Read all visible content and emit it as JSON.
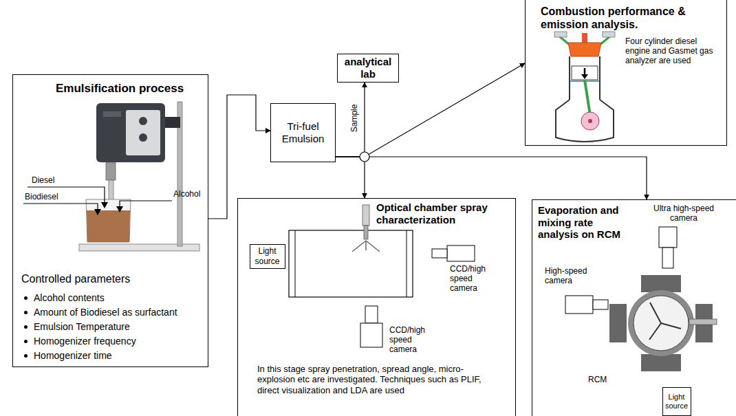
{
  "diagram": {
    "nodes": [
      {
        "text": [
          "Emulsification process",
          "Controlled parameters",
          "Alcohol contents",
          "Amount of Biodiesel as surfactant",
          "Emulsion Temperature",
          "Homogenizer frequency",
          "Homogenizer time"
        ]
      },
      {
        "text": [
          "Tri-fuel Emulsion"
        ]
      },
      {
        "text": [
          "analytical lab"
        ]
      },
      {
        "text": [
          "Combustion performance & emission analysis.",
          "Four cylinder diesel engine and Gasmet gas analyzer are used"
        ]
      },
      {
        "text": [
          "Optical chamber spray characterization",
          "In this stage spray penetration, spread angle, micro-explosion etc are investigated. Techniques such as PLIF, direct visualization and LDA are used"
        ]
      },
      {
        "text": [
          "Light source"
        ],
        "in": 4
      },
      {
        "text": [
          "Evaporation and mixing rate analysis on RCM"
        ]
      },
      {
        "text": [
          "Light source"
        ],
        "in": 6
      }
    ],
    "edges": [
      {
        "from": 0,
        "to": 1,
        "arrow": "to"
      },
      {
        "from": 1,
        "to": 2,
        "label": "Sample",
        "arrow": "to"
      },
      {
        "from": 1,
        "to": 3,
        "arrow": "to"
      },
      {
        "from": 1,
        "to": 4,
        "arrow": "to"
      },
      {
        "from": 1,
        "to": 6,
        "arrow": "to"
      }
    ],
    "labels": [
      "Diesel",
      "Biodiesel",
      "Alcohol",
      "CCD/high speed camera",
      "CCD/high speed camera",
      "Ultra high-speed camera",
      "High-speed camera",
      "RCM"
    ]
  }
}
